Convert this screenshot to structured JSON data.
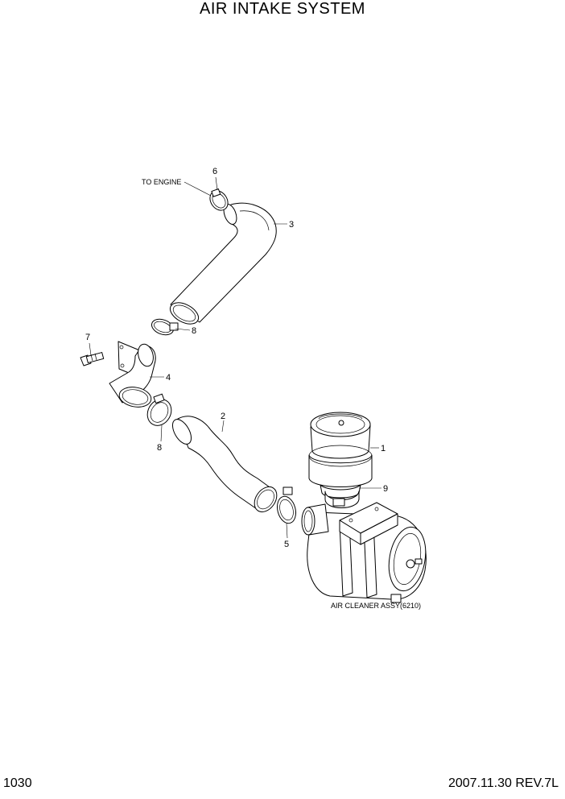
{
  "title": "AIR INTAKE SYSTEM",
  "footer": {
    "page_number": "1030",
    "revision": "2007.11.30  REV.7L"
  },
  "annotations": {
    "to_engine": "TO ENGINE",
    "air_cleaner_assy": "AIR CLEANER ASSY(6210)"
  },
  "callouts": {
    "c1": "1",
    "c2": "2",
    "c3": "3",
    "c4": "4",
    "c5": "5",
    "c6": "6",
    "c7": "7",
    "c8a": "8",
    "c8b": "8",
    "c9": "9"
  }
}
